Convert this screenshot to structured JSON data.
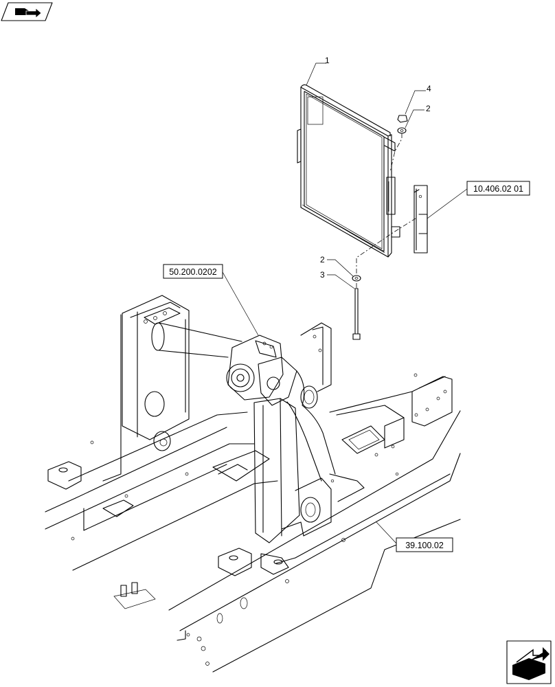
{
  "callouts": {
    "item_1": "1",
    "item_2_upper": "2",
    "item_4": "4",
    "item_2_lower": "2",
    "item_3": "3"
  },
  "references": {
    "ref_bracket": "10.406.02 01",
    "ref_compressor": "50.200.0202",
    "ref_frame": "39.100.02"
  },
  "icons": {
    "top_left": "previous-page-icon",
    "bottom_right": "next-page-icon"
  }
}
